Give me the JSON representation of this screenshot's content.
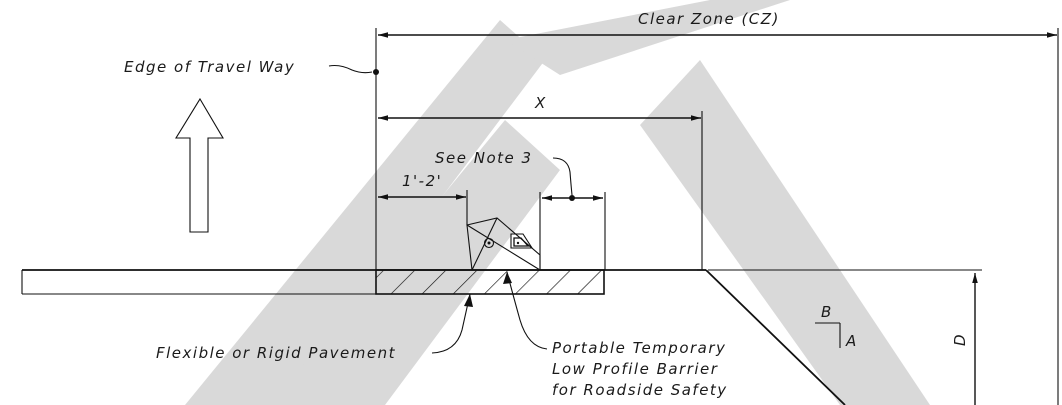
{
  "labels": {
    "clear_zone": "Clear Zone (CZ)",
    "edge_of_travel_way": "Edge of Travel Way",
    "x_dimension": "X",
    "see_note": "See Note 3",
    "offset": "1'-2'",
    "pavement": "Flexible or Rigid Pavement",
    "barrier_line1": "Portable Temporary",
    "barrier_line2": "Low Profile Barrier",
    "barrier_line3": "for Roadside Safety",
    "slope_rise": "B",
    "slope_run": "A",
    "depth": "D"
  },
  "watermark": {
    "color": "#d9d9d9",
    "text": "DRAFT"
  }
}
